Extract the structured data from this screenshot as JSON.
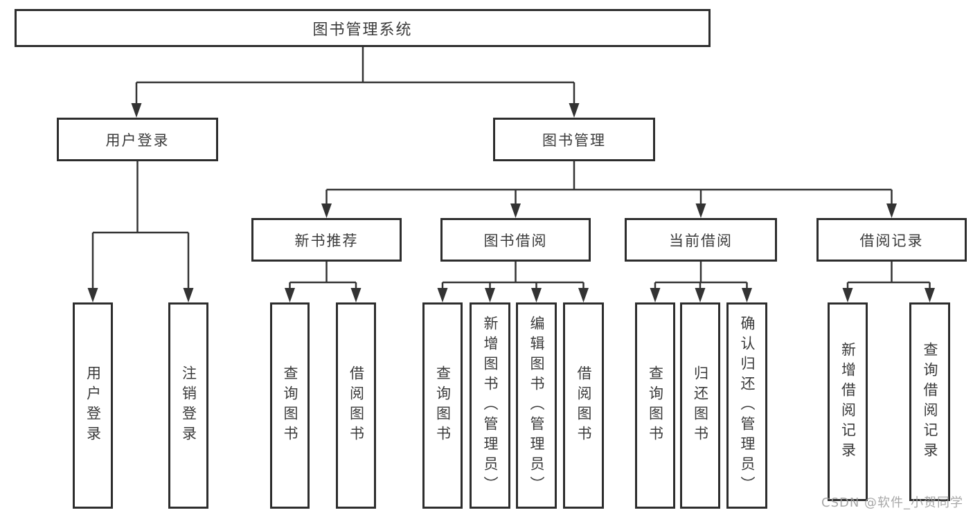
{
  "tree": {
    "label": "图书管理系统",
    "children": [
      {
        "label": "用户登录",
        "children": [
          {
            "label": "用户登录"
          },
          {
            "label": "注销登录"
          }
        ]
      },
      {
        "label": "图书管理",
        "children": [
          {
            "label": "新书推荐",
            "children": [
              {
                "label": "查询图书"
              },
              {
                "label": "借阅图书"
              }
            ]
          },
          {
            "label": "图书借阅",
            "children": [
              {
                "label": "查询图书"
              },
              {
                "label": "新增图书（管理员）"
              },
              {
                "label": "编辑图书（管理员）"
              },
              {
                "label": "借阅图书"
              }
            ]
          },
          {
            "label": "当前借阅",
            "children": [
              {
                "label": "查询图书"
              },
              {
                "label": "归还图书"
              },
              {
                "label": "确认归还（管理员）"
              }
            ]
          },
          {
            "label": "借阅记录",
            "children": [
              {
                "label": "新增借阅记录"
              },
              {
                "label": "查询借阅记录"
              }
            ]
          }
        ]
      }
    ]
  },
  "watermark": {
    "text": "CSDN @软件_小贺同学"
  },
  "colors": {
    "line": "#333333",
    "box_border": "#2d2d2d",
    "text": "#3a3a3a",
    "bg": "#ffffff",
    "watermark": "#9b9b9b"
  }
}
